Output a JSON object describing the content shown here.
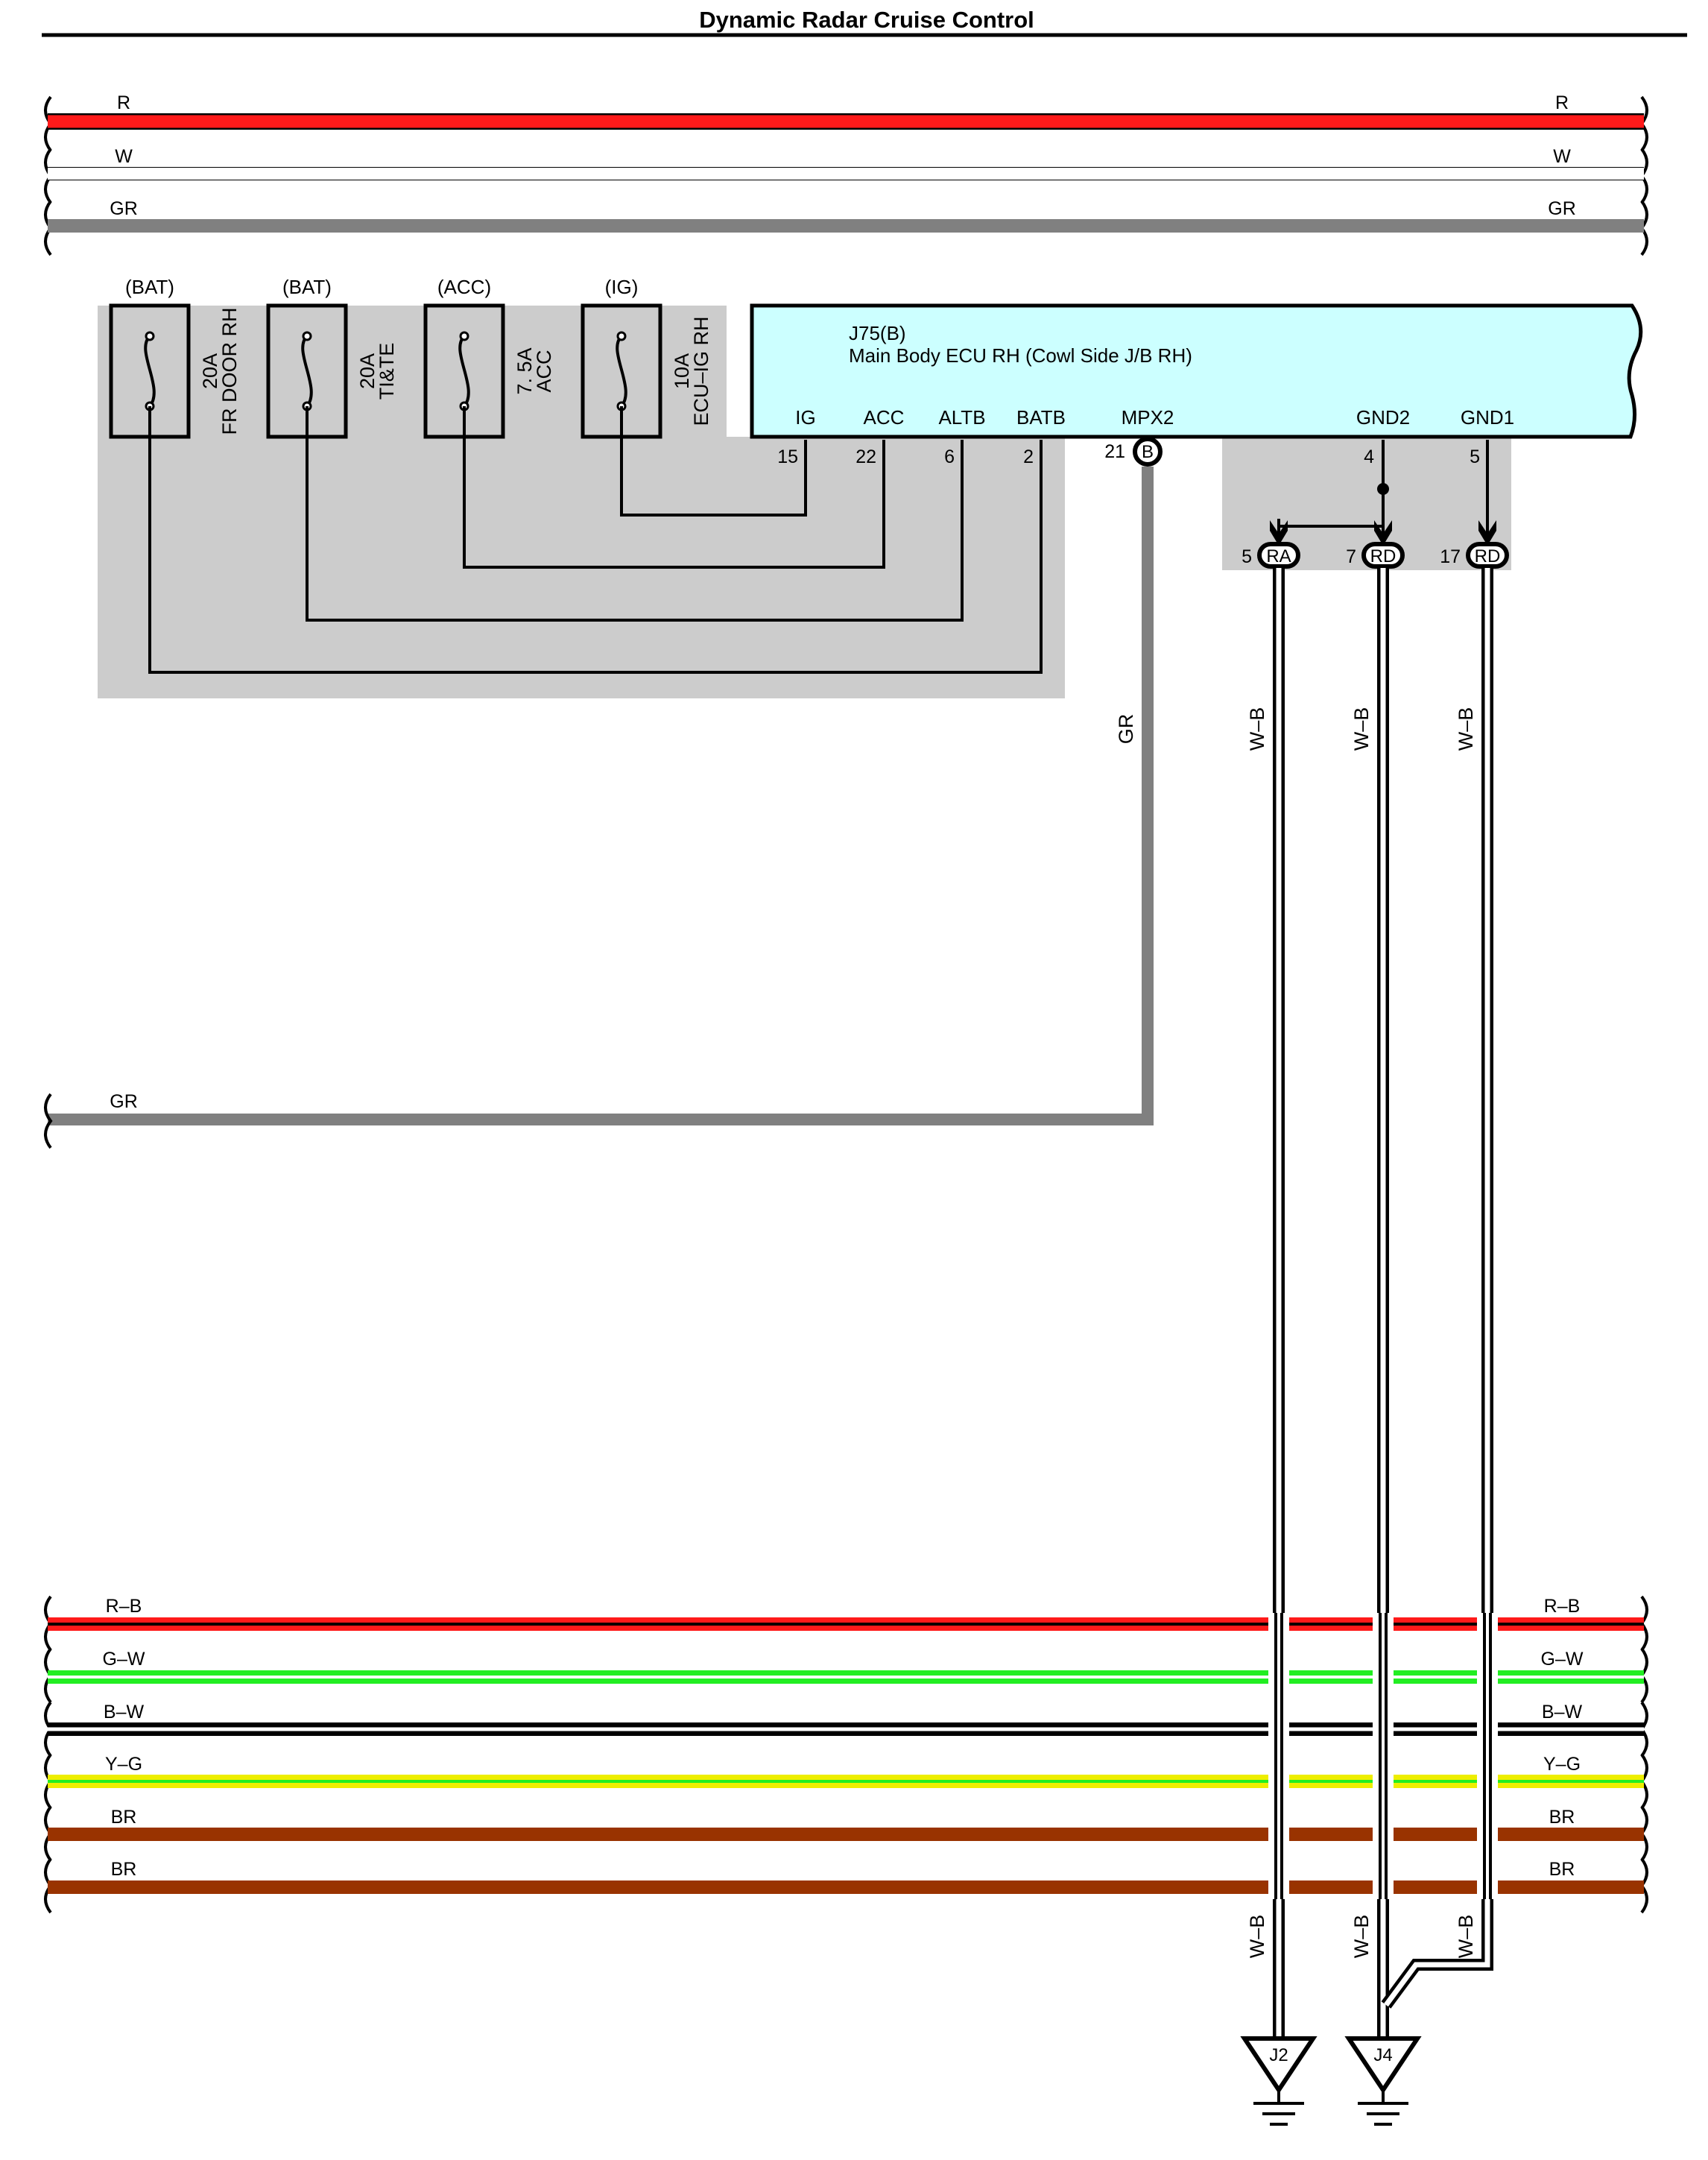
{
  "title": "Dynamic Radar Cruise Control",
  "colors": {
    "R": "#ff1a1a",
    "W": "#ffffff",
    "GR": "#808080",
    "R-B": "#ff1a1a",
    "G-W": "#22ee22",
    "B-W": "#000000",
    "Y-G": "#eeee00",
    "BR": "#993300",
    "W-B": "#ffffff",
    "ecu_fill": "#ccffff",
    "shade": "#cccccc"
  },
  "top_buses": [
    {
      "label_left": "R",
      "label_right": "R",
      "color": "R"
    },
    {
      "label_left": "W",
      "label_right": "W",
      "color": "W"
    },
    {
      "label_left": "GR",
      "label_right": "GR",
      "color": "GR"
    }
  ],
  "bottom_buses": [
    {
      "label_left": "R–B",
      "label_right": "R–B",
      "color": "R-B"
    },
    {
      "label_left": "G–W",
      "label_right": "G–W",
      "color": "G-W"
    },
    {
      "label_left": "B–W",
      "label_right": "B–W",
      "color": "B-W"
    },
    {
      "label_left": "Y–G",
      "label_right": "Y–G",
      "color": "Y-G"
    },
    {
      "label_left": "BR",
      "label_right": "BR",
      "color": "BR"
    },
    {
      "label_left": "BR",
      "label_right": "BR",
      "color": "BR"
    }
  ],
  "fuses": [
    {
      "source": "(BAT)",
      "amp": "20A",
      "name": "FR DOOR RH",
      "pin": "2"
    },
    {
      "source": "(BAT)",
      "amp": "20A",
      "name": "TI&TE",
      "pin": "6"
    },
    {
      "source": "(ACC)",
      "amp": "7. 5A",
      "name": "ACC",
      "pin": "22"
    },
    {
      "source": "(IG)",
      "amp": "10A",
      "name": "ECU–IG RH",
      "pin": "15"
    }
  ],
  "ecu": {
    "code": "J75(B)",
    "name": "Main Body ECU RH (Cowl Side J/B RH)",
    "terminals": [
      {
        "name": "IG",
        "pin": "15"
      },
      {
        "name": "ACC",
        "pin": "22"
      },
      {
        "name": "ALTB",
        "pin": "6"
      },
      {
        "name": "BATB",
        "pin": "2"
      },
      {
        "name": "MPX2",
        "pin": "21"
      },
      {
        "name": "GND2",
        "pin": "4"
      },
      {
        "name": "GND1",
        "pin": "5"
      }
    ],
    "mpx_connector": "B"
  },
  "ground_connectors": [
    {
      "pin": "5",
      "code": "RA"
    },
    {
      "pin": "7",
      "code": "RD"
    },
    {
      "pin": "17",
      "code": "RD"
    }
  ],
  "wires": {
    "mpx_wire": "GR",
    "mpx_bus_label": "GR",
    "ground_wire_label": "W–B"
  },
  "grounds": [
    "J2",
    "J4"
  ]
}
